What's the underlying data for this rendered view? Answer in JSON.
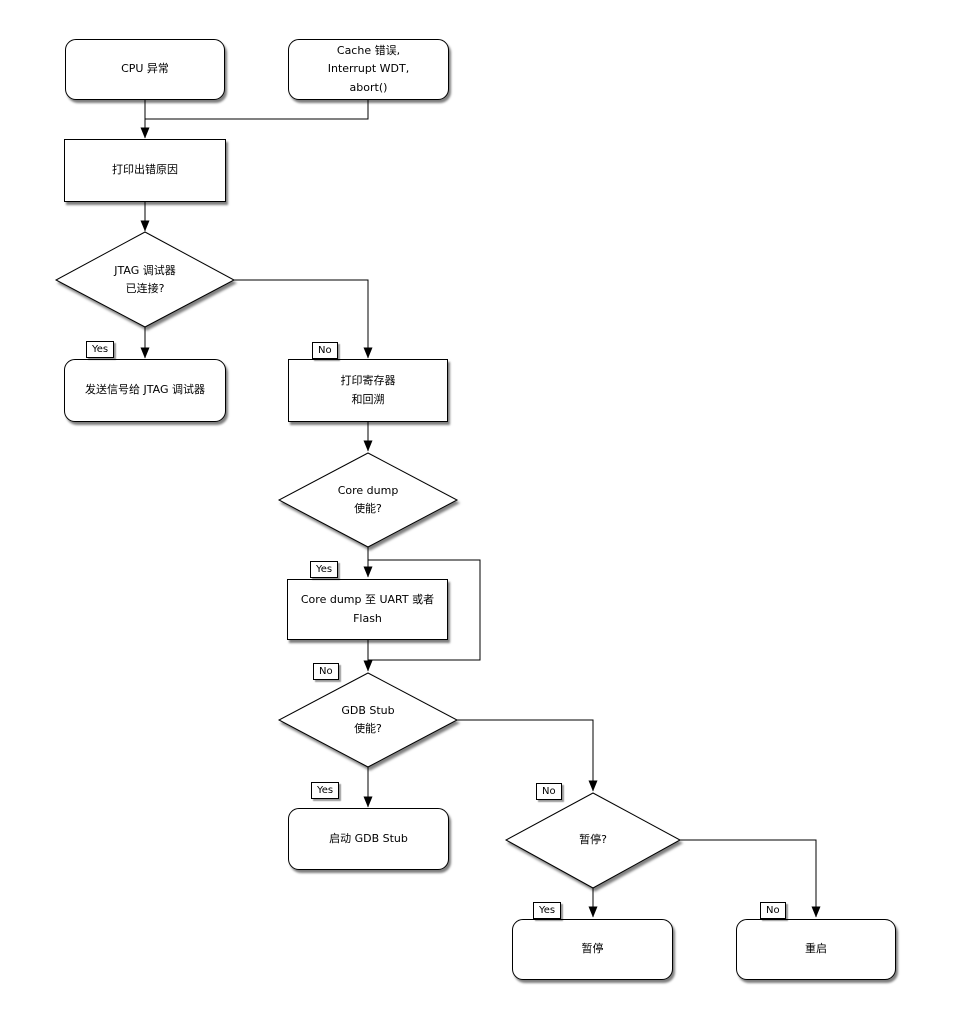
{
  "flowchart": {
    "nodes": {
      "cpu_exception": {
        "label": "CPU 异常"
      },
      "other_triggers": {
        "label": "Cache 错误,\nInterrupt WDT,\nabort()"
      },
      "print_error_reason": {
        "label": "打印出错原因"
      },
      "jtag_connected": {
        "label": "JTAG 调试器\n已连接?"
      },
      "signal_jtag": {
        "label": "发送信号给 JTAG 调试器"
      },
      "print_registers_backtrace": {
        "label": "打印寄存器\n和回溯"
      },
      "core_dump_enabled": {
        "label": "Core dump\n使能?"
      },
      "core_dump_output": {
        "label": "Core dump 至 UART 或者 Flash"
      },
      "gdb_stub_enabled": {
        "label": "GDB Stub\n使能?"
      },
      "start_gdb_stub": {
        "label": "启动 GDB Stub"
      },
      "halt_question": {
        "label": "暂停?"
      },
      "halt": {
        "label": "暂停"
      },
      "reboot": {
        "label": "重启"
      }
    },
    "edge_labels": {
      "yes": "Yes",
      "no": "No"
    },
    "colors": {
      "line": "#000000",
      "fill": "#ffffff",
      "shadow": "rgba(0,0,0,0.5)"
    }
  }
}
